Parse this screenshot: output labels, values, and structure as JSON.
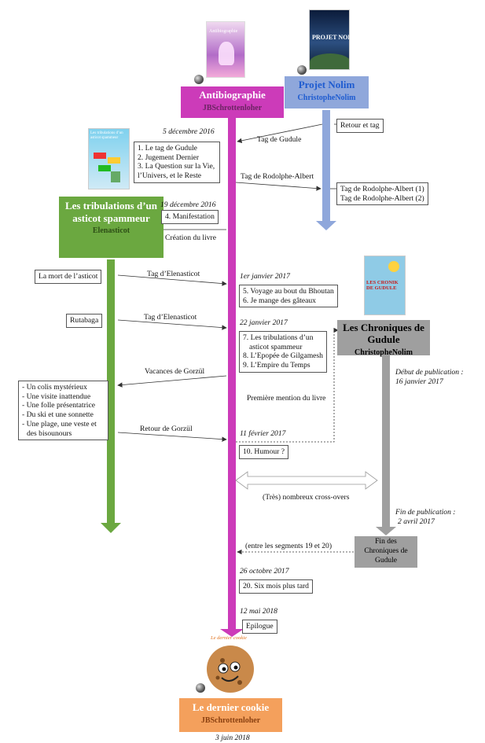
{
  "colors": {
    "antibio": "#cc3bb9",
    "nolim": "#8fa7db",
    "asticot": "#6ba840",
    "gudule": "#9f9f9f",
    "cookie": "#f4a05c"
  },
  "nodes": {
    "antibio": {
      "title": "Antibiographie",
      "author": "JBSchrottenloher"
    },
    "nolim": {
      "title": "Projet Nolim",
      "author": "ChristopheNolim"
    },
    "asticot": {
      "title": "Les tribulations d’un asticot spammeur",
      "author": "Elenasticot"
    },
    "gudule": {
      "title": "Les Chroniques de Gudule",
      "author": "ChristopheNolim"
    },
    "cookie": {
      "title": "Le dernier cookie",
      "author": "JBSchrottenloher"
    }
  },
  "covers": {
    "antibio": {
      "text": "Antibiographie",
      "icon": "meditation-figure-icon"
    },
    "nolim": {
      "text": "PROJET NOLIM",
      "icon": "night-sky-icon"
    },
    "asticot": {
      "text": "Les tribulations d’un asticot spammeur",
      "icon": "lego-bricks-icon"
    },
    "gudule": {
      "text": "LES CRONIK DE GUDULE",
      "icon": "firework-icon"
    },
    "cookie": {
      "text": "Le dernier cookie",
      "icon": "cookie-face-icon"
    }
  },
  "dates": {
    "d1": "5 décembre 2016",
    "d2": "19 décembre 2016",
    "d3": "1er janvier 2017",
    "d4": "22 janvier 2017",
    "d5": "11 février 2017",
    "d6": "26 octobre 2017",
    "d7": "12 mai 2018",
    "d8": "3 juin 2018",
    "g1": "Début de publication :",
    "g1b": "16 janvier 2017",
    "g2": "Fin de publication :",
    "g2b": "2 avril 2017"
  },
  "boxes": {
    "retour_tag": "Retour et tag",
    "a_tag": [
      "1. Le tag de Gudule",
      "2. Jugement Dernier",
      "3. La Question sur la Vie,",
      "l’Univers, et le Reste"
    ],
    "rodolphe": [
      "Tag de Rodolphe-Albert (1)",
      "Tag de Rodolphe-Albert (2)"
    ],
    "manif": "4. Manifestation",
    "mort": "La mort de l’asticot",
    "bhoutan": [
      "5. Voyage au bout du Bhoutan",
      "6. Je mange des gâteaux"
    ],
    "rutabaga": "Rutabaga",
    "tribul": [
      "7. Les tribulations d’un",
      "asticot spammeur",
      "8. L’Epopée de Gilgamesh",
      "9. L’Empire du Temps"
    ],
    "colis": [
      "- Un colis mystérieux",
      "- Une visite inattendue",
      "- Une folle présentatrice",
      "- Du ski et une sonnette",
      "- Une plage, une veste et",
      "  des bisounours"
    ],
    "humour": "10. Humour ?",
    "six_mois": "20. Six mois plus tard",
    "epilogue": "Epilogue",
    "fin_gudule": [
      "Fin des",
      "Chroniques de",
      "Gudule"
    ]
  },
  "labels": {
    "tag_gudule": "Tag de Gudule",
    "tag_rodolphe": "Tag de Rodolphe-Albert",
    "creation": "Création du livre",
    "tag_elen1": "Tag d’Elenasticot",
    "tag_elen2": "Tag d’Elenasticot",
    "vacances": "Vacances de Gorzül",
    "premiere": "Première mention du livre",
    "retour_gorzul": "Retour de Gorzül",
    "crossovers": "(Très) nombreux cross-overs",
    "entre": "(entre les segments 19 et 20)"
  }
}
